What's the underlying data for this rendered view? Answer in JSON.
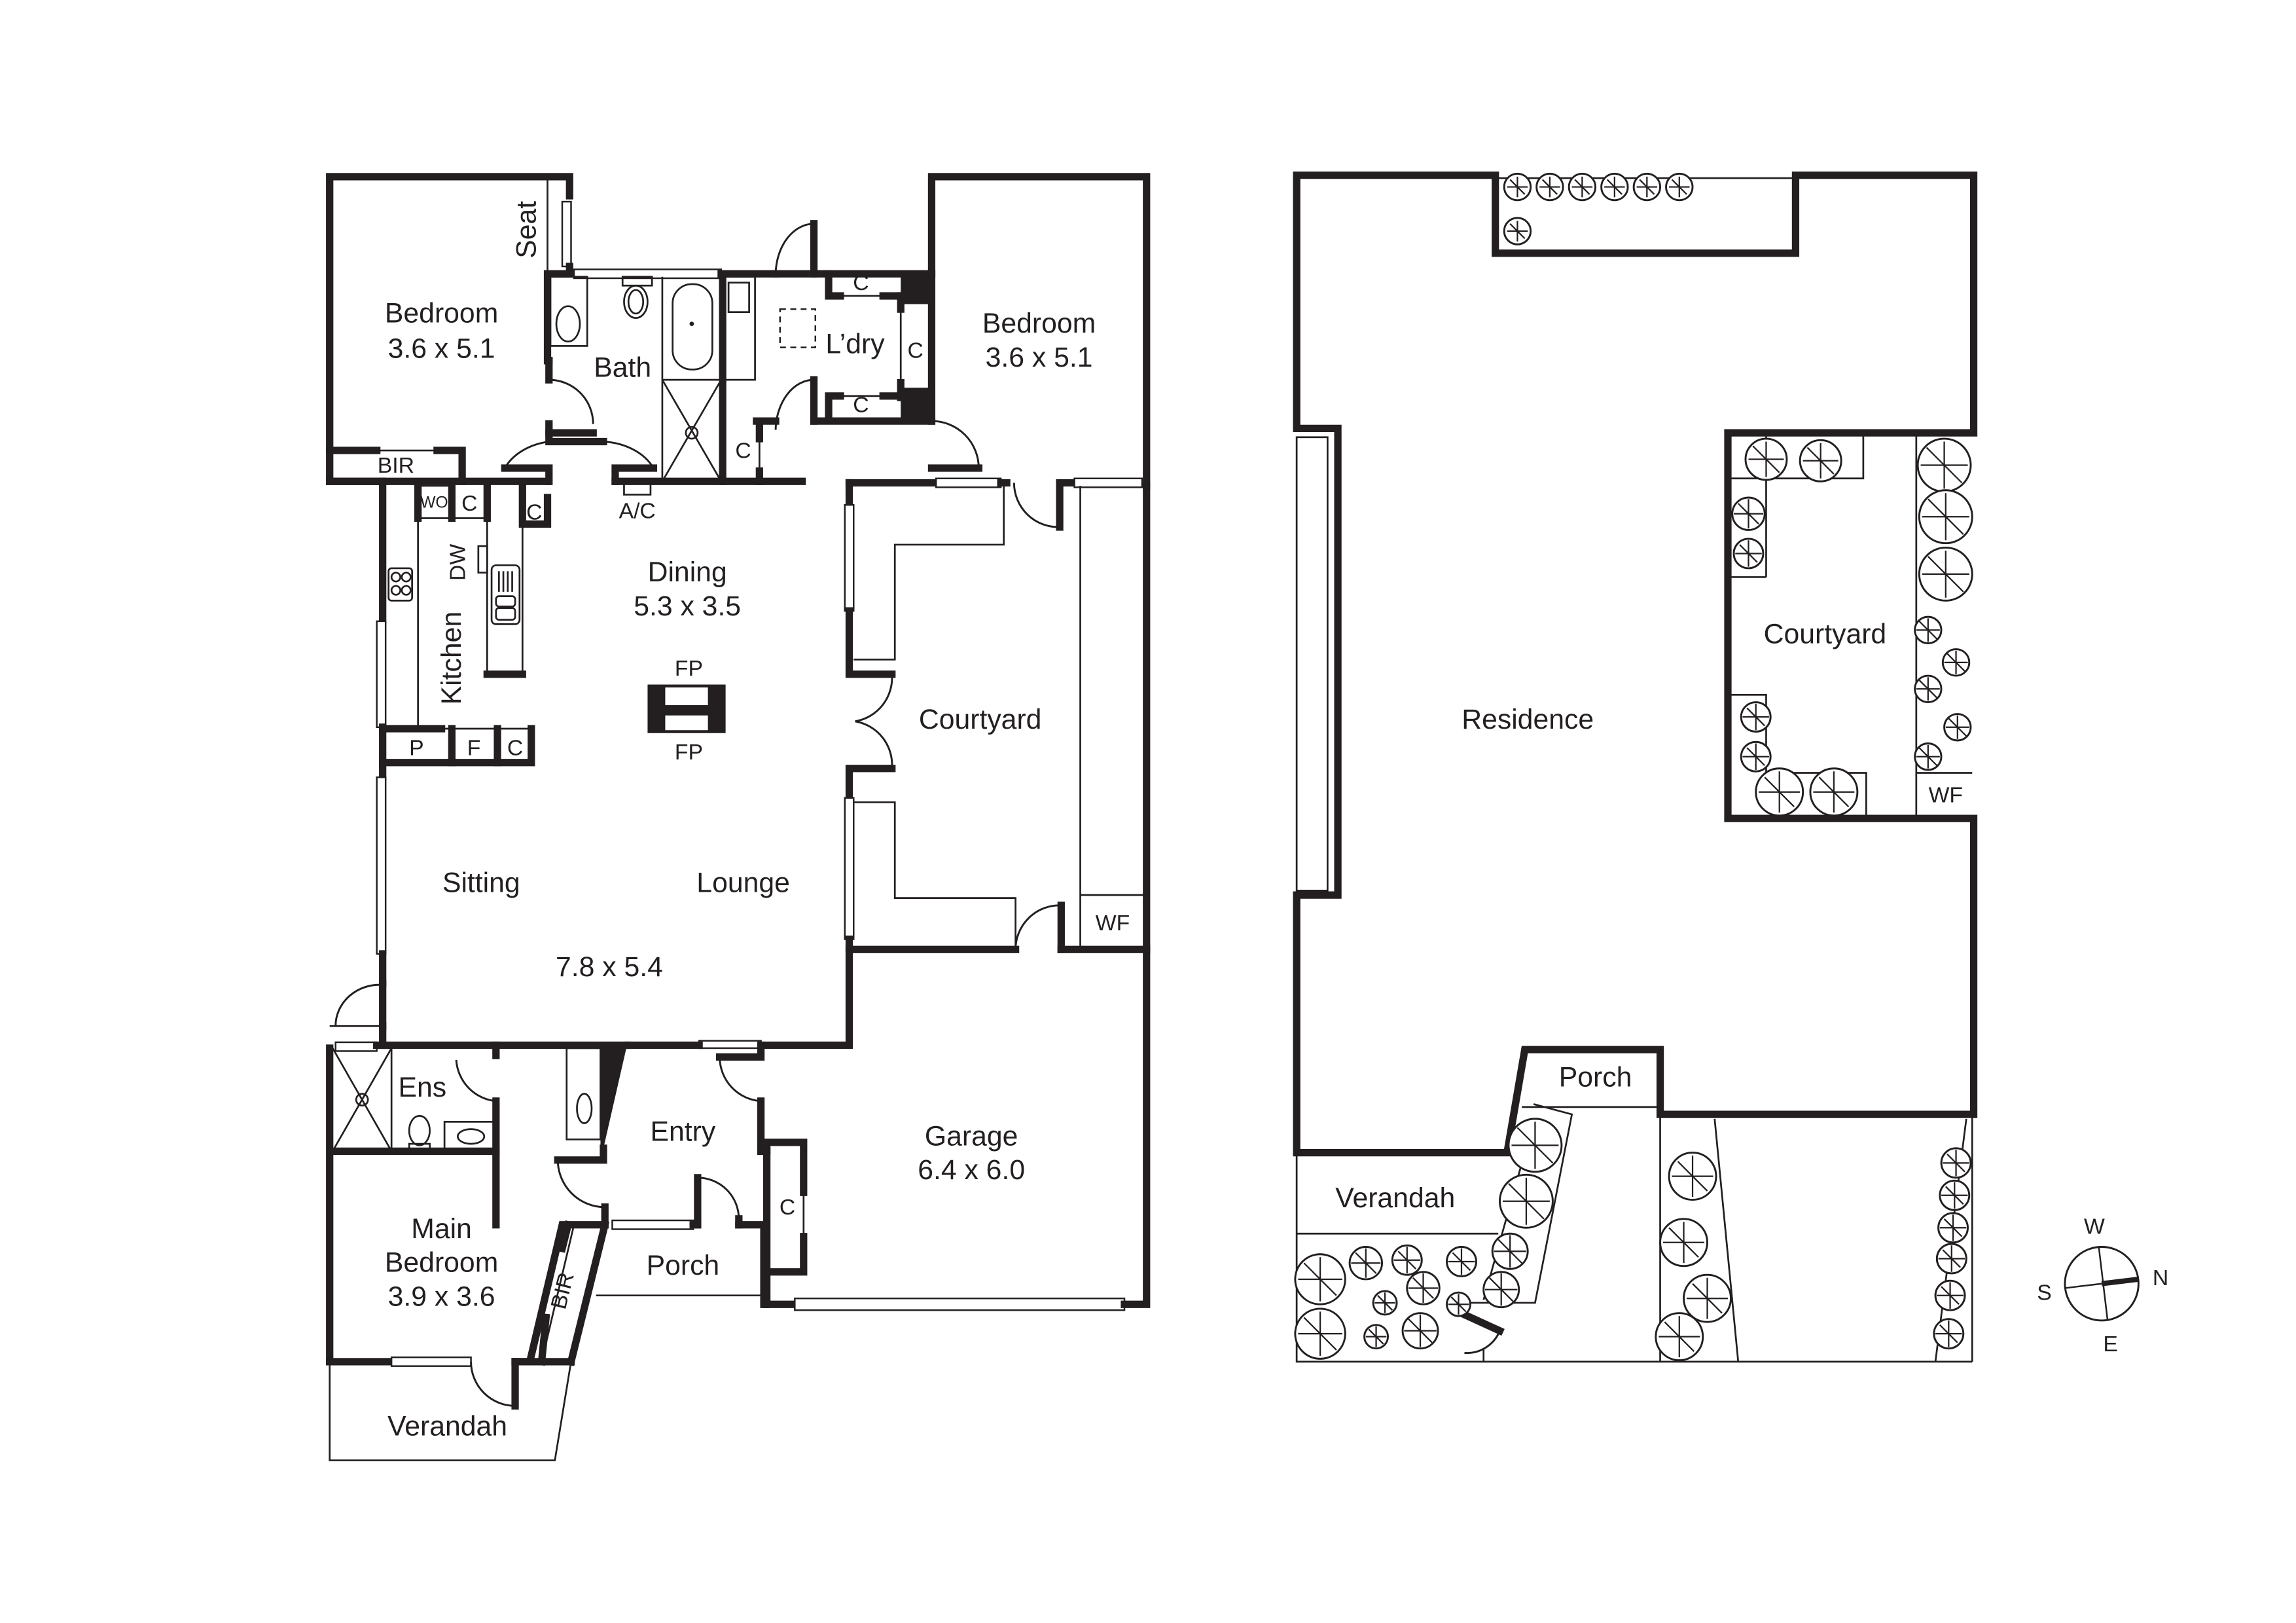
{
  "floor_plan": {
    "rooms": {
      "bedroom_nw": {
        "name": "Bedroom",
        "size": "3.6 x 5.1"
      },
      "seat": {
        "name": "Seat"
      },
      "bath": {
        "name": "Bath"
      },
      "laundry": {
        "name": "L’dry"
      },
      "bedroom_ne": {
        "name": "Bedroom",
        "size": "3.6 x 5.1"
      },
      "bir_nw": {
        "name": "BIR"
      },
      "ac": {
        "name": "A/C"
      },
      "kitchen": {
        "name": "Kitchen"
      },
      "dw": {
        "name": "DW"
      },
      "wo": {
        "name": "WO"
      },
      "dining": {
        "name": "Dining",
        "size": "5.3 x 3.5"
      },
      "fireplace_top": {
        "name": "FP"
      },
      "fireplace_bottom": {
        "name": "FP"
      },
      "courtyard": {
        "name": "Courtyard"
      },
      "wf": {
        "name": "WF"
      },
      "sitting": {
        "name": "Sitting"
      },
      "lounge": {
        "name": "Lounge"
      },
      "living_size": {
        "size": "7.8 x 5.4"
      },
      "ensuite": {
        "name": "Ens"
      },
      "entry": {
        "name": "Entry"
      },
      "garage": {
        "name": "Garage",
        "size": "6.4 x 6.0"
      },
      "main_bedroom": {
        "line1": "Main",
        "line2": "Bedroom",
        "size": "3.9 x 3.6"
      },
      "bir_main": {
        "name": "BIR"
      },
      "porch": {
        "name": "Porch"
      },
      "verandah": {
        "name": "Verandah"
      }
    },
    "cupboards": {
      "c_label": "C",
      "p_label": "P",
      "f_label": "F"
    }
  },
  "site_plan": {
    "residence": {
      "name": "Residence"
    },
    "courtyard": {
      "name": "Courtyard"
    },
    "wf": {
      "name": "WF"
    },
    "porch": {
      "name": "Porch"
    },
    "verandah": {
      "name": "Verandah"
    }
  },
  "compass": {
    "north": "N",
    "south": "S",
    "east": "E",
    "west": "W"
  }
}
